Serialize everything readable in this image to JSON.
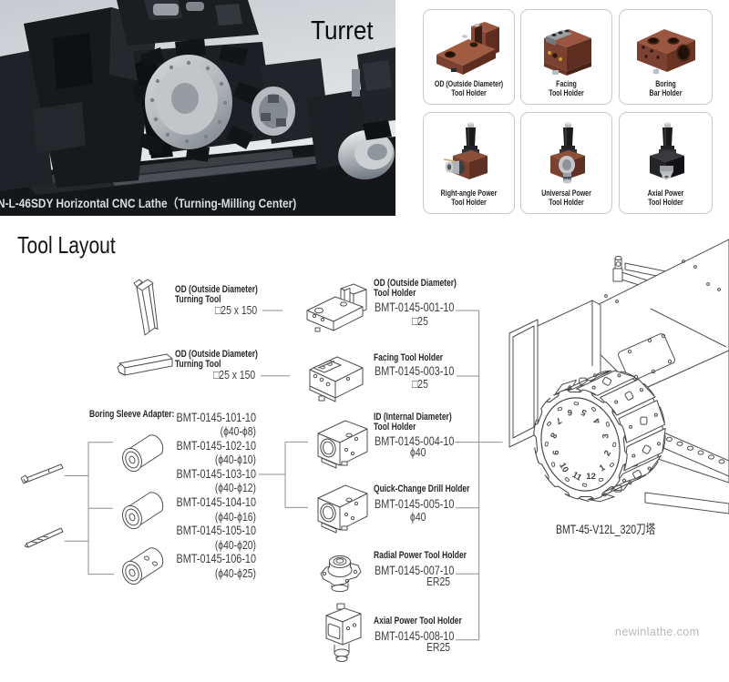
{
  "photo": {
    "label": "Turret",
    "caption": "N-L-46SDY Horizontal CNC Lathe（Turning-Milling Center)"
  },
  "heading": "Tool Layout",
  "cards": [
    {
      "line1": "OD (Outside Diameter)",
      "line2": "Tool Holder"
    },
    {
      "line1": "Facing",
      "line2": "Tool Holder"
    },
    {
      "line1": "Boring",
      "line2": "Bar Holder"
    },
    {
      "line1": "Right-angle Power",
      "line2": "Tool Holder"
    },
    {
      "line1": "Universal Power",
      "line2": "Tool Holder"
    },
    {
      "line1": "Axial Power",
      "line2": "Tool Holder"
    }
  ],
  "turning_tools": [
    {
      "line1": "OD (Outside Diameter)",
      "line2": "Turning Tool",
      "spec": "□25 x 150"
    },
    {
      "line1": "OD (Outside Diameter)",
      "line2": "Turning Tool",
      "spec": "□25 x 150"
    }
  ],
  "boring_sleeve": {
    "label": "Boring Sleeve Adapter:",
    "items": [
      {
        "model": "BMT-0145-101-10",
        "size": "(ϕ40-ϕ8)"
      },
      {
        "model": "BMT-0145-102-10",
        "size": "(ϕ40-ϕ10)"
      },
      {
        "model": "BMT-0145-103-10",
        "size": "(ϕ40-ϕ12)"
      },
      {
        "model": "BMT-0145-104-10",
        "size": "(ϕ40-ϕ16)"
      },
      {
        "model": "BMT-0145-105-10",
        "size": "(ϕ40-ϕ20)"
      },
      {
        "model": "BMT-0145-106-10",
        "size": "(ϕ40-ϕ25)"
      }
    ]
  },
  "holders": [
    {
      "lines": [
        "OD (Outside Diameter)",
        "Tool Holder"
      ],
      "model": "BMT-0145-001-10",
      "spec": "□25"
    },
    {
      "lines": [
        "Facing Tool Holder"
      ],
      "model": "BMT-0145-003-10",
      "spec": "□25"
    },
    {
      "lines": [
        "ID (Internal Diameter)",
        "Tool Holder"
      ],
      "model": "BMT-0145-004-10",
      "spec": "ϕ40"
    },
    {
      "lines": [
        "Quick-Change Drill Holder"
      ],
      "model": "BMT-0145-005-10",
      "spec": "ϕ40"
    },
    {
      "lines": [
        "Radial Power Tool Holder"
      ],
      "model": "BMT-0145-007-10",
      "spec": "ER25"
    },
    {
      "lines": [
        "Axial Power Tool Holder"
      ],
      "model": "BMT-0145-008-10",
      "spec": "ER25"
    }
  ],
  "turret": {
    "caption": "BMT-45-V12L_320刀塔",
    "stations": [
      "1",
      "2",
      "3",
      "4",
      "5",
      "6",
      "7",
      "8",
      "9",
      "10",
      "11",
      "12"
    ]
  },
  "watermark": "newinlathe.com",
  "colors": {
    "holder_brown": "#7c4231",
    "diagram_line": "#8f8f8f",
    "photo_background": "#d7dadd"
  }
}
